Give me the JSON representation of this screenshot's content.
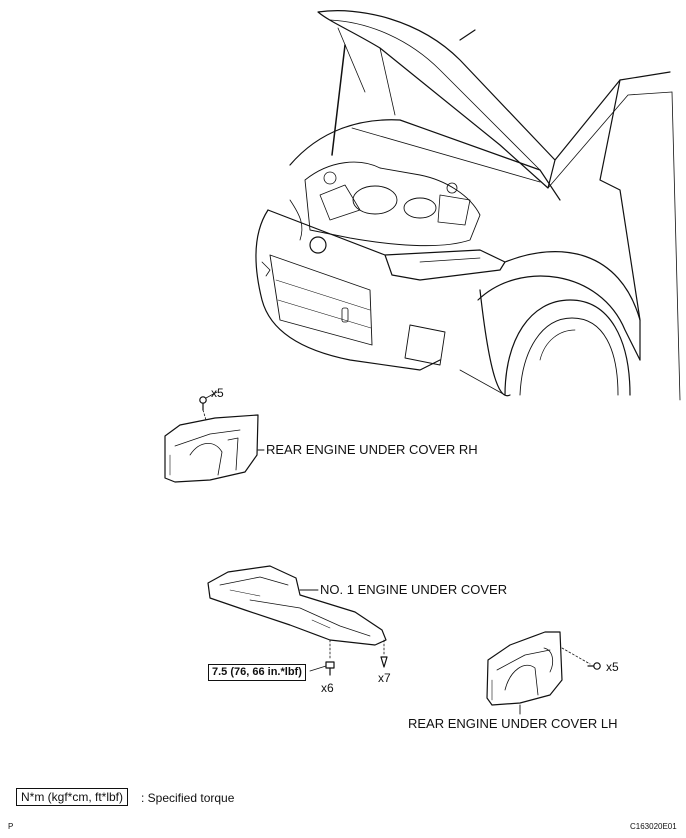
{
  "labels": {
    "rear_rh": "REAR ENGINE UNDER COVER RH",
    "no1": "NO. 1 ENGINE UNDER COVER",
    "rear_lh": "REAR ENGINE UNDER COVER LH"
  },
  "quantities": {
    "rh_clips": "x5",
    "lh_clips": "x5",
    "bolts": "x6",
    "clips_no1": "x7"
  },
  "torque": {
    "value": "7.5 (76, 66 in.*lbf)"
  },
  "legend": {
    "unit_box": "N*m (kgf*cm, ft*lbf)",
    "description": ": Specified torque"
  },
  "footer": {
    "page_letter": "P",
    "figure_code": "C163020E01"
  }
}
